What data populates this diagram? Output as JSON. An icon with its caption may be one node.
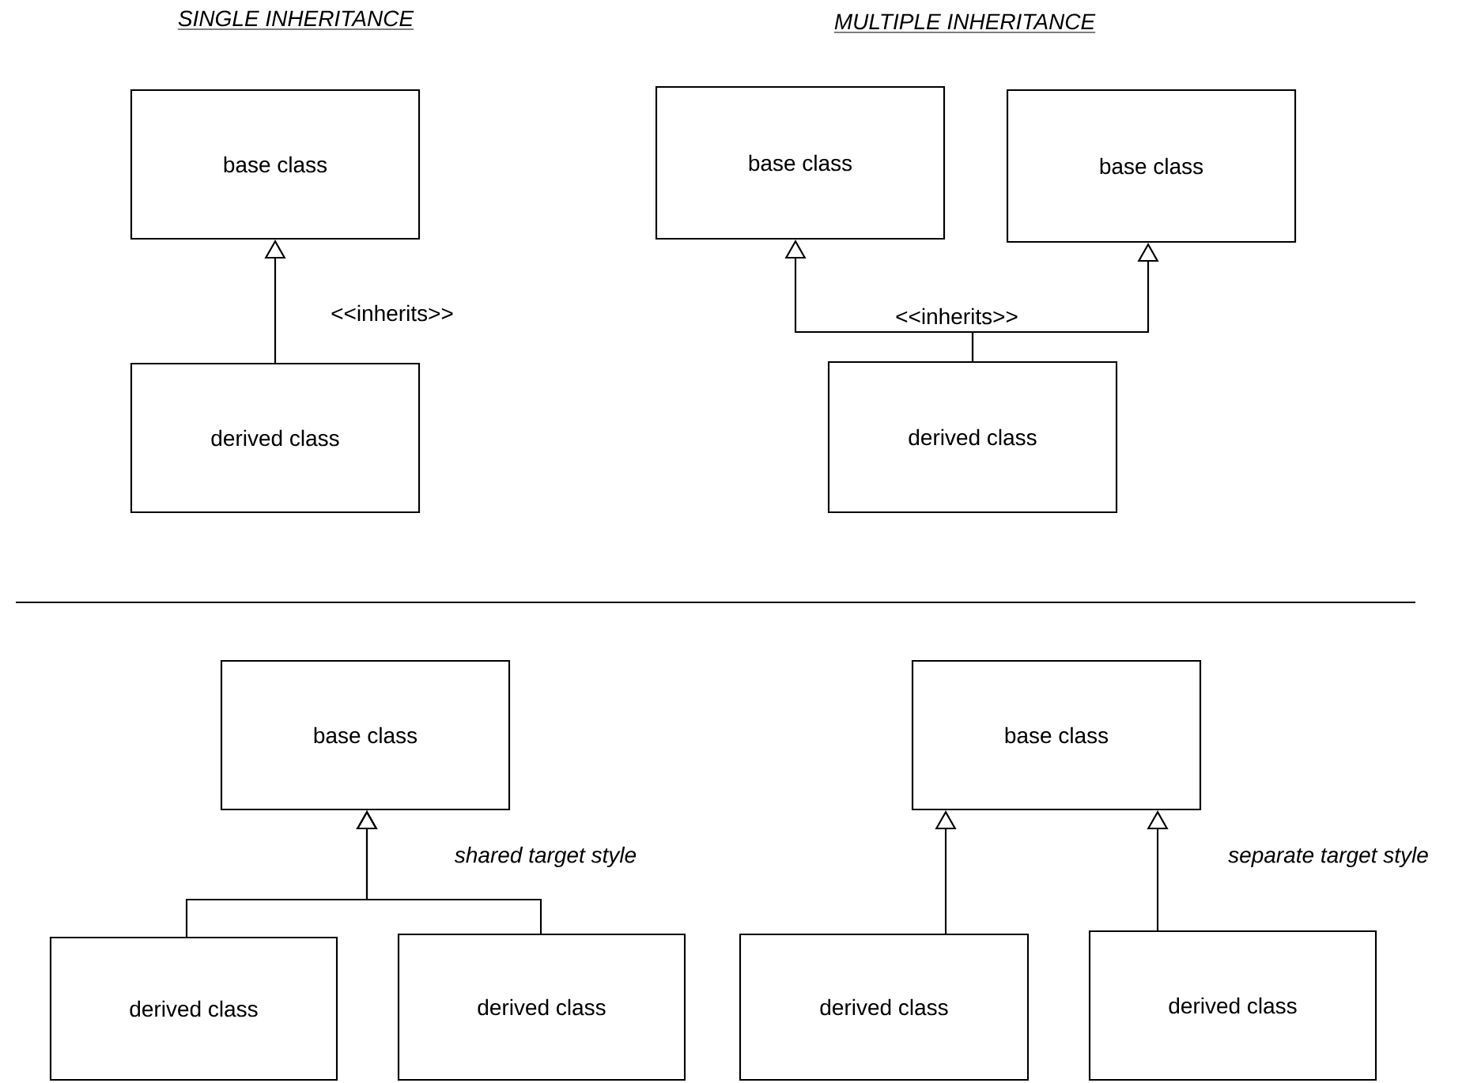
{
  "diagram": {
    "nodes": [
      {
        "text": [
          "base class"
        ]
      },
      {
        "text": [
          "derived class"
        ]
      },
      {
        "text": [
          "base class"
        ]
      },
      {
        "text": [
          "base class"
        ]
      },
      {
        "text": [
          "derived class"
        ]
      },
      {
        "text": [
          "base class"
        ]
      },
      {
        "text": [
          "derived class"
        ]
      },
      {
        "text": [
          "derived class"
        ]
      },
      {
        "text": [
          "base class"
        ]
      },
      {
        "text": [
          "derived class"
        ]
      },
      {
        "text": [
          "derived class"
        ]
      }
    ],
    "edges": [
      {
        "from": 1,
        "to": 0,
        "arrow": "to",
        "label": "<<inherits>>"
      },
      {
        "from": 4,
        "to": 2,
        "arrow": "to",
        "label": "<<inherits>>"
      },
      {
        "from": 4,
        "to": 3,
        "arrow": "to"
      },
      {
        "from": 6,
        "to": 5,
        "arrow": "to"
      },
      {
        "from": 7,
        "to": 5,
        "arrow": "to"
      },
      {
        "from": 9,
        "to": 8,
        "arrow": "to"
      },
      {
        "from": 10,
        "to": 8,
        "arrow": "to"
      }
    ],
    "labels": [
      "SINGLE INHERITANCE",
      "MULTIPLE INHERITANCE",
      "shared target style",
      "separate target style"
    ]
  }
}
